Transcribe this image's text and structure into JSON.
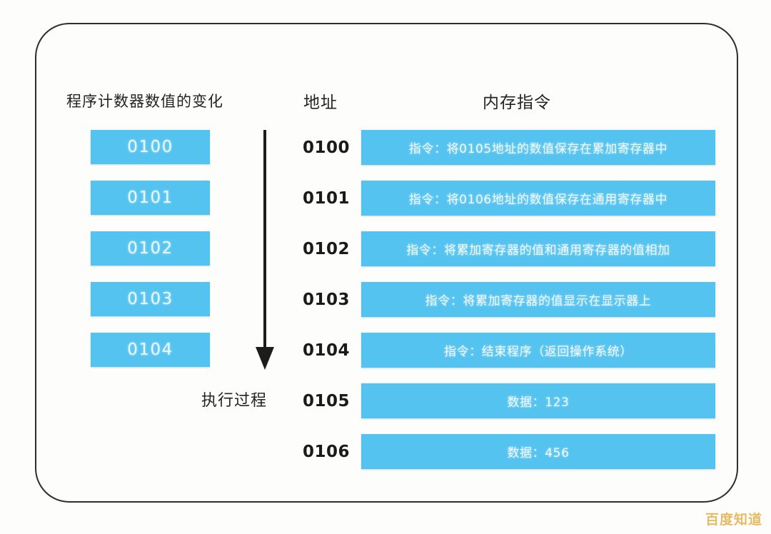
{
  "headings": {
    "pc_column": "程序计数器数值的变化",
    "address_column": "地址",
    "memory_column": "内存指令"
  },
  "flow": {
    "arrow_label": "执行过程",
    "arrow_icon": "down-arrow-icon"
  },
  "program_counter": {
    "values": [
      "0100",
      "0101",
      "0102",
      "0103",
      "0104"
    ]
  },
  "memory": {
    "rows": [
      {
        "address": "0100",
        "content": "指令：将0105地址的数值保存在累加寄存器中"
      },
      {
        "address": "0101",
        "content": "指令：将0106地址的数值保存在通用寄存器中"
      },
      {
        "address": "0102",
        "content": "指令：将累加寄存器的值和通用寄存器的值相加"
      },
      {
        "address": "0103",
        "content": "指令：将累加寄存器的值显示在显示器上"
      },
      {
        "address": "0104",
        "content": "指令：结束程序（返回操作系统）"
      },
      {
        "address": "0105",
        "content": "数据：123"
      },
      {
        "address": "0106",
        "content": "数据：456"
      }
    ]
  },
  "watermark": {
    "text": "百度知道"
  },
  "colors": {
    "box_blue": "#55c3f0",
    "box_text": "#effbff",
    "outline": "#2e2e2e",
    "background": "#fdfdfb",
    "watermark": "#e8bb63"
  }
}
